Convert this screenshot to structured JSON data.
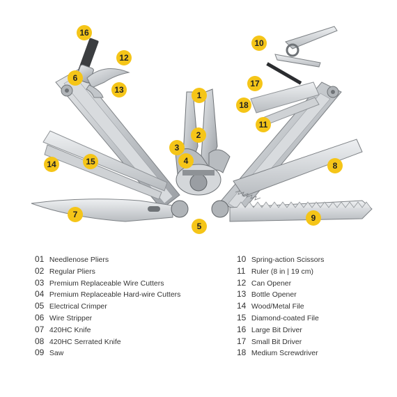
{
  "colors": {
    "callout": "#f5c518",
    "steel": "#c9ccd0",
    "steel_dark": "#8e9296",
    "text": "#333333"
  },
  "callouts": [
    {
      "label": "16"
    },
    {
      "label": "12"
    },
    {
      "label": "6"
    },
    {
      "label": "13"
    },
    {
      "label": "1"
    },
    {
      "label": "2"
    },
    {
      "label": "3"
    },
    {
      "label": "4"
    },
    {
      "label": "5"
    },
    {
      "label": "7"
    },
    {
      "label": "14"
    },
    {
      "label": "15"
    },
    {
      "label": "10"
    },
    {
      "label": "17"
    },
    {
      "label": "18"
    },
    {
      "label": "11"
    },
    {
      "label": "8"
    },
    {
      "label": "9"
    }
  ],
  "legend_left": [
    {
      "num": "01",
      "text": "Needlenose Pliers"
    },
    {
      "num": "02",
      "text": "Regular Pliers"
    },
    {
      "num": "03",
      "text": "Premium Replaceable Wire Cutters"
    },
    {
      "num": "04",
      "text": "Premium Replaceable Hard-wire Cutters"
    },
    {
      "num": "05",
      "text": "Electrical Crimper"
    },
    {
      "num": "06",
      "text": "Wire Stripper"
    },
    {
      "num": "07",
      "text": "420HC Knife"
    },
    {
      "num": "08",
      "text": "420HC Serrated Knife"
    },
    {
      "num": "09",
      "text": "Saw"
    }
  ],
  "legend_right": [
    {
      "num": "10",
      "text": "Spring-action Scissors"
    },
    {
      "num": "11",
      "text": "Ruler (8 in | 19 cm)"
    },
    {
      "num": "12",
      "text": "Can Opener"
    },
    {
      "num": "13",
      "text": "Bottle Opener"
    },
    {
      "num": "14",
      "text": "Wood/Metal File"
    },
    {
      "num": "15",
      "text": "Diamond-coated File"
    },
    {
      "num": "16",
      "text": "Large Bit Driver"
    },
    {
      "num": "17",
      "text": "Small Bit Driver"
    },
    {
      "num": "18",
      "text": "Medium Screwdriver"
    }
  ]
}
